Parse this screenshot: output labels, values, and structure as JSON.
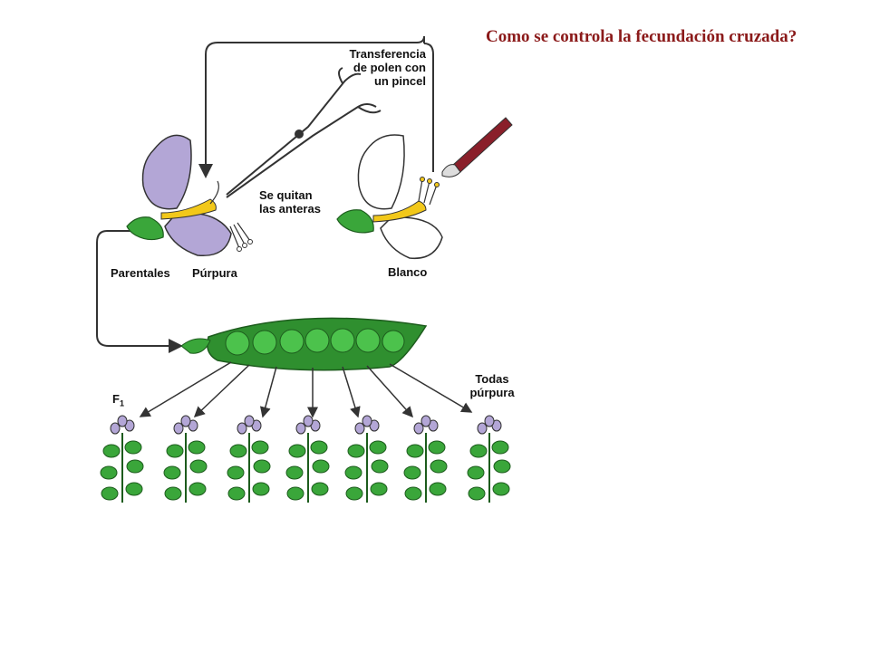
{
  "title": "Como se controla la fecundación cruzada?",
  "labels": {
    "transfer_1": "Transferencia",
    "transfer_2": "de polen con",
    "transfer_3": "un pincel",
    "remove_1": "Se quitan",
    "remove_2": "las anteras",
    "parents": "Parentales",
    "purple": "Púrpura",
    "white": "Blanco",
    "f1_letter": "F",
    "f1_sub": "1",
    "all_1": "Todas",
    "all_2": "púrpura"
  },
  "colors": {
    "title": "#8b1a1a",
    "petal_purple": "#b3a6d6",
    "petal_white": "#ffffff",
    "leaf_green": "#3aa63a",
    "pod_green": "#2f8f2f",
    "seed_green": "#4cc24c",
    "anther_yellow": "#f2c81a",
    "brush_red": "#8a1f2a",
    "line": "#333333"
  },
  "icons": [
    "purple-flower-icon",
    "white-flower-icon",
    "scissors-icon",
    "paintbrush-icon",
    "pea-pod-icon",
    "pea-plant-icon"
  ],
  "plants_count": 7
}
